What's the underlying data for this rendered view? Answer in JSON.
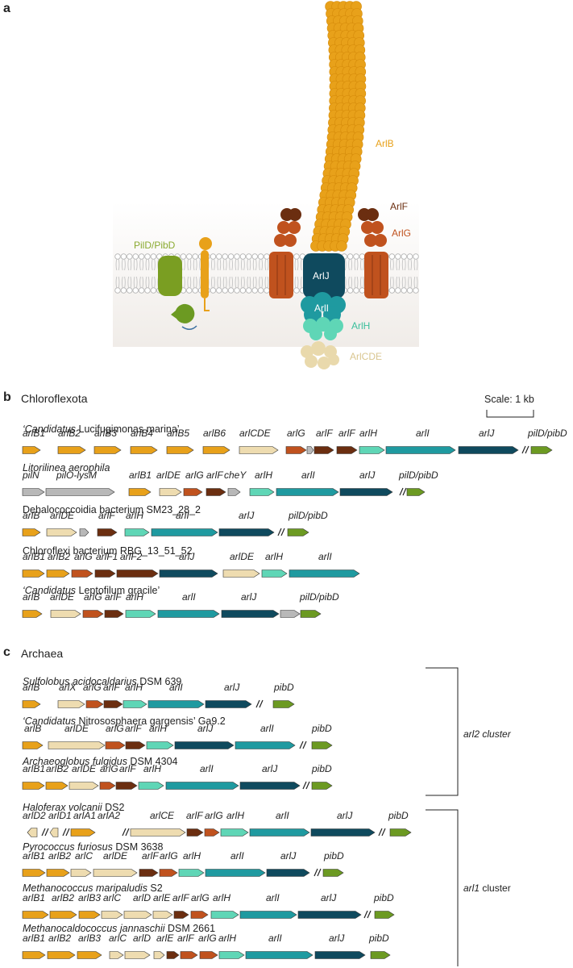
{
  "colors": {
    "arlB": "#e8a11a",
    "arlDE": "#eedcb0",
    "arlG": "#c0521e",
    "arlF": "#6b2e10",
    "arlH": "#5fd6b6",
    "arlI": "#1f9aa0",
    "arlJ": "#0f4a5e",
    "pil": "#6c9a22",
    "grey": "#b8b8b8",
    "membrane": "#cfcfcf"
  },
  "panel_a": {
    "letter": "a",
    "labels": {
      "arlB": "ArlB",
      "arlF": "ArlF",
      "arlG": "ArlG",
      "pild": "PilD/PibD",
      "arlJ": "ArlJ",
      "arlI": "ArlI",
      "arlH": "ArlH",
      "arlCDE": "ArlCDE"
    }
  },
  "panel_b": {
    "letter": "b",
    "title": "Chloroflexota",
    "scale_label": "Scale: 1 kb",
    "organisms": [
      {
        "name_italic": "‘Candidatus",
        "name_rest": " Lucifugimonas marina’"
      },
      {
        "name_italic": "Litorilinea aerophila",
        "name_rest": ""
      },
      {
        "name_italic": "",
        "name_rest": "Dehalococcoidia bacterium SM23_28_2"
      },
      {
        "name_italic": "",
        "name_rest": "Chloroflexi bacterium RBG_13_51_52"
      },
      {
        "name_italic": "‘Candidatus",
        "name_rest": " Leptofilum gracile’"
      }
    ]
  },
  "panel_c": {
    "letter": "c",
    "title": "Archaea",
    "cluster_arl2": "arl2 cluster",
    "cluster_arl1": "arl1 cluster",
    "organisms": [
      {
        "name_italic": "Sulfolobus acidocaldarius",
        "name_rest": " DSM 639"
      },
      {
        "name_italic": "‘Candidatus",
        "name_rest": " Nitrososphaera gargensis’ Ga9.2"
      },
      {
        "name_italic": "Archaeoglobus fulgidus",
        "name_rest": " DSM 4304"
      },
      {
        "name_italic": "Haloferax volcanii",
        "name_rest": " DS2"
      },
      {
        "name_italic": "Pyrococcus furiosus",
        "name_rest": " DSM 3638"
      },
      {
        "name_italic": "Methanococcus maripaludis",
        "name_rest": " S2"
      },
      {
        "name_italic": "Methanocaldococcus jannaschii",
        "name_rest": " DSM 2661"
      }
    ]
  },
  "gene_labels": {
    "b0": [
      "arlB1",
      "arlB2",
      "arlB3",
      "arlB4",
      "arlB5",
      "arlB6",
      "arlCDE",
      "arlG",
      "arlF",
      "arlF",
      "arlH",
      "arlI",
      "arlJ",
      "pilD/pibD"
    ],
    "b1": [
      "pilN",
      "pilO-lysM",
      "arlB1",
      "arlDE",
      "arlG",
      "arlF",
      "cheY",
      "arlH",
      "arlI",
      "arlJ",
      "pilD/pibD"
    ],
    "b2": [
      "arlB",
      "arlDE",
      "arlF",
      "arlH",
      "arlI",
      "arlJ",
      "pilD/pibD"
    ],
    "b3": [
      "arlB1",
      "arlB2",
      "arlG",
      "arlF1",
      "arlF2",
      "arlJ",
      "arlDE",
      "arlH",
      "arlI"
    ],
    "b4": [
      "arlB",
      "arlDE",
      "arlG",
      "arlF",
      "arlH",
      "arlI",
      "arlJ",
      "pilD/pibD"
    ],
    "c0": [
      "arlB",
      "arlX",
      "arlG",
      "arlF",
      "arlH",
      "arlI",
      "arlJ",
      "pibD"
    ],
    "c1": [
      "arlB",
      "arlDE",
      "arlG",
      "arlF",
      "arlH",
      "arlJ",
      "arlI",
      "pibD"
    ],
    "c2": [
      "arlB1",
      "arlB2",
      "arlDE",
      "arlG",
      "arlF",
      "arlH",
      "arlI",
      "arlJ",
      "pibD"
    ],
    "c3": [
      "arlD2",
      "arlD1",
      "arlA1",
      "arlA2",
      "arlCE",
      "arlF",
      "arlG",
      "arlH",
      "arlI",
      "arlJ",
      "pibD"
    ],
    "c4": [
      "arlB1",
      "arlB2",
      "arlC",
      "arlDE",
      "arlF",
      "arlG",
      "arlH",
      "arlI",
      "arlJ",
      "pibD"
    ],
    "c5": [
      "arlB1",
      "arlB2",
      "arlB3",
      "arlC",
      "arlD",
      "arlE",
      "arlF",
      "arlG",
      "arlH",
      "arlI",
      "arlJ",
      "pibD"
    ],
    "c6": [
      "arlB1",
      "arlB2",
      "arlB3",
      "arlC",
      "arlD",
      "arlE",
      "arlF",
      "arlG",
      "arlH",
      "arlI",
      "arlJ",
      "pibD"
    ]
  }
}
